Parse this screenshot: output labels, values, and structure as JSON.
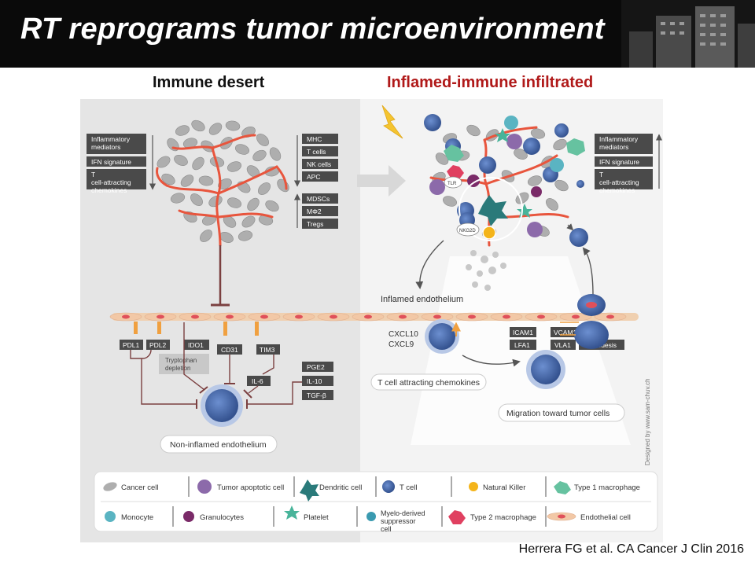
{
  "slide": {
    "title": "RT reprograms tumor microenvironment",
    "citation": "Herrera FG et al. CA Cancer J Clin 2016"
  },
  "headings": {
    "left": "Immune desert",
    "right": "Inflamed-immune infiltrated"
  },
  "left_panel": {
    "down_labels": [
      "Inflammatory mediators",
      "IFN signature",
      "T cell-attracting chemokines"
    ],
    "down_cells": [
      "MHC",
      "T cells",
      "NK cells",
      "APC"
    ],
    "up_cells": [
      "MDSCs",
      "MΦ2",
      "Tregs"
    ],
    "markers": [
      "PDL1",
      "PDL2",
      "IDO1",
      "CD31",
      "TIM3"
    ],
    "tryptophan": "Tryptophan depletion",
    "il6": "IL-6",
    "cytokines": [
      "PGE2",
      "IL-10",
      "TGF-β"
    ],
    "endothelium_label": "Non-inflamed endothelium"
  },
  "right_panel": {
    "up_labels": [
      "Inflammatory mediators",
      "IFN signature",
      "T cell-attracting chemokines"
    ],
    "tlr": "TLR",
    "nkg2d": "NKG2D",
    "endothelium_label": "Inflamed endothelium",
    "chemokines": [
      "CXCL10",
      "CXCL9"
    ],
    "chemokine_caption": "T cell attracting chemokines",
    "adhesion_left": [
      "ICAM1",
      "LFA1"
    ],
    "adhesion_right": [
      "VCAM1",
      "VLA1"
    ],
    "diapedesis": "Diapedesis",
    "migration": "Migration toward tumor cells",
    "credit": "Designed by www.sam-chuv.ch"
  },
  "legend": {
    "row1": [
      "Cancer cell",
      "Tumor apoptotic cell",
      "Dendritic cell",
      "T cell",
      "Natural Killer",
      "Type 1 macrophage"
    ],
    "row2": [
      "Monocyte",
      "Granulocytes",
      "Platelet",
      "Myelo-derived suppressor cell",
      "Type 2 macrophage",
      "Endothelial cell"
    ]
  },
  "colors": {
    "banner": "#0a0a0a",
    "left_bg": "#e5e5e5",
    "right_bg": "#f3f3f3",
    "vessel": "#e8553d",
    "tcell": "#4d72b5",
    "label_box": "#4a4a4a",
    "inhibit_line": "#7b4040",
    "right_heading": "#b01919"
  }
}
